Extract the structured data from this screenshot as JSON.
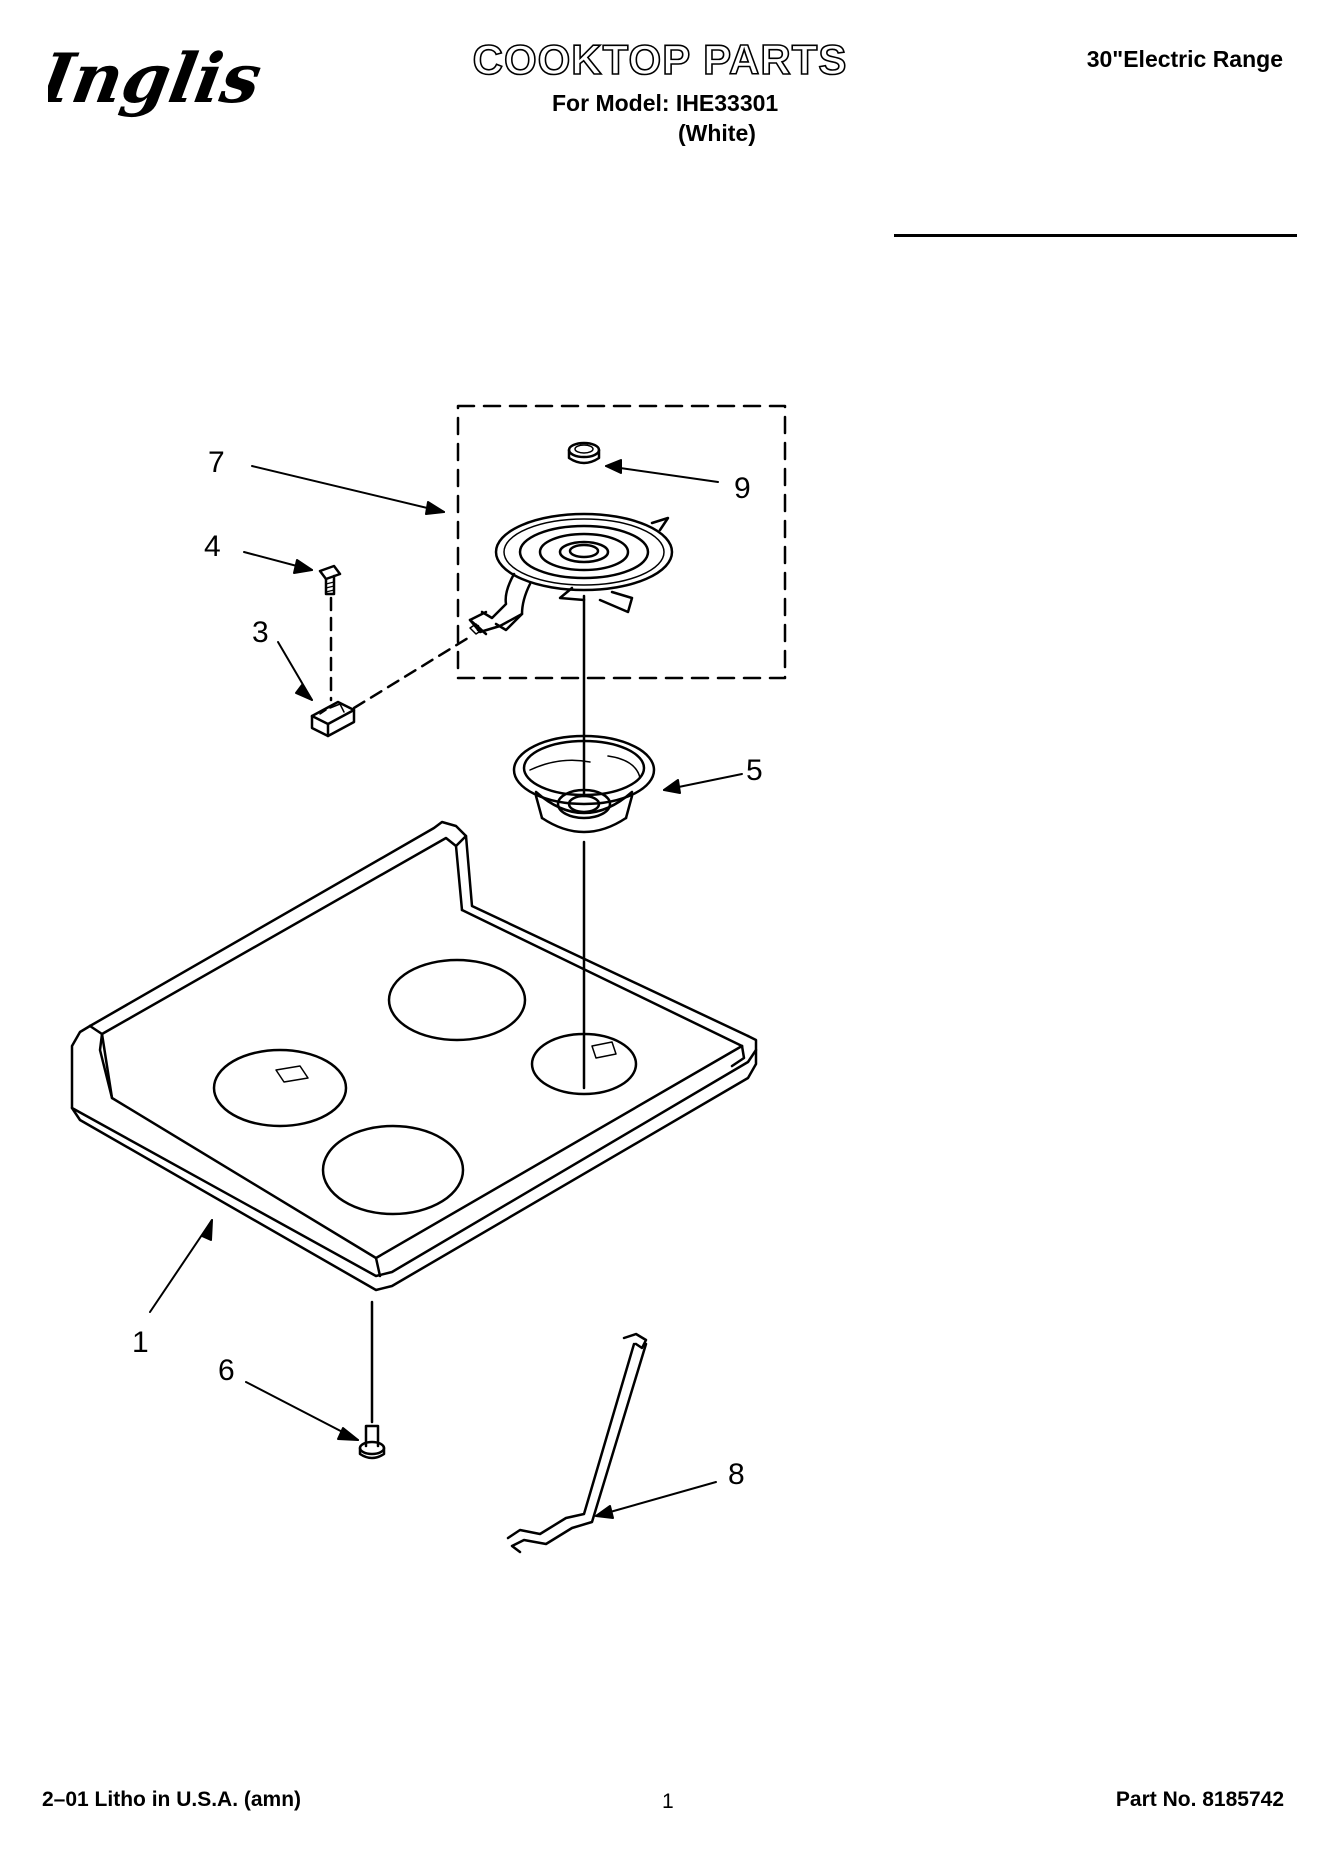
{
  "header": {
    "brand_logo": "Inglis",
    "title": "COOKTOP PARTS",
    "model_line": "For Model: IHE33301",
    "variant": "(White)",
    "range_type": "30\"Electric Range"
  },
  "callouts": [
    "1",
    "3",
    "4",
    "5",
    "6",
    "7",
    "8",
    "9"
  ],
  "footer": {
    "litho": "2–01 Litho in U.S.A. (amn)",
    "page_number": "1",
    "part_number": "Part No. 8185742"
  }
}
